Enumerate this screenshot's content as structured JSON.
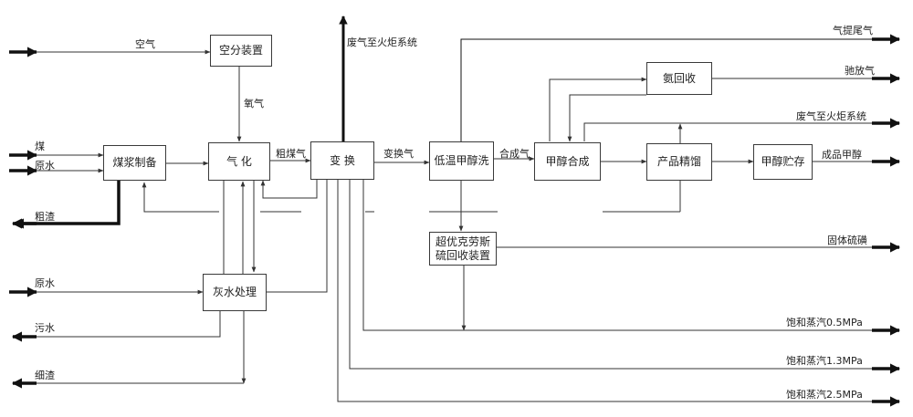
{
  "units": {
    "air_sep": "空分装置",
    "slurry": "煤浆制备",
    "gasify": "气 化",
    "shift": "变 换",
    "rectisol": "低温甲醇洗",
    "methanol_syn": "甲醇合成",
    "ammonia": "氨回收",
    "distill": "产品精馏",
    "storage": "甲醇贮存",
    "claus_1": "超优克劳斯",
    "claus_2": "硫回收装置",
    "greywater": "灰水处理"
  },
  "streams": {
    "air": "空气",
    "oxygen": "氧气",
    "coal": "煤",
    "raw_water_1": "原水",
    "coarse_slag": "粗渣",
    "crude_gas": "粗煤气",
    "flare_top": "废气至火炬系统",
    "shifted_gas": "变换气",
    "syngas": "合成气",
    "stripper_tail": "气提尾气",
    "purge_gas": "驰放气",
    "flare_right": "废气至火炬系统",
    "product": "成品甲醇",
    "sulfur": "固体硫磺",
    "raw_water_2": "原水",
    "sewage": "污水",
    "fine_slag": "细渣",
    "steam_05": "饱和蒸汽0.5MPa",
    "steam_13": "饱和蒸汽1.3MPa",
    "steam_25": "饱和蒸汽2.5MPa"
  }
}
